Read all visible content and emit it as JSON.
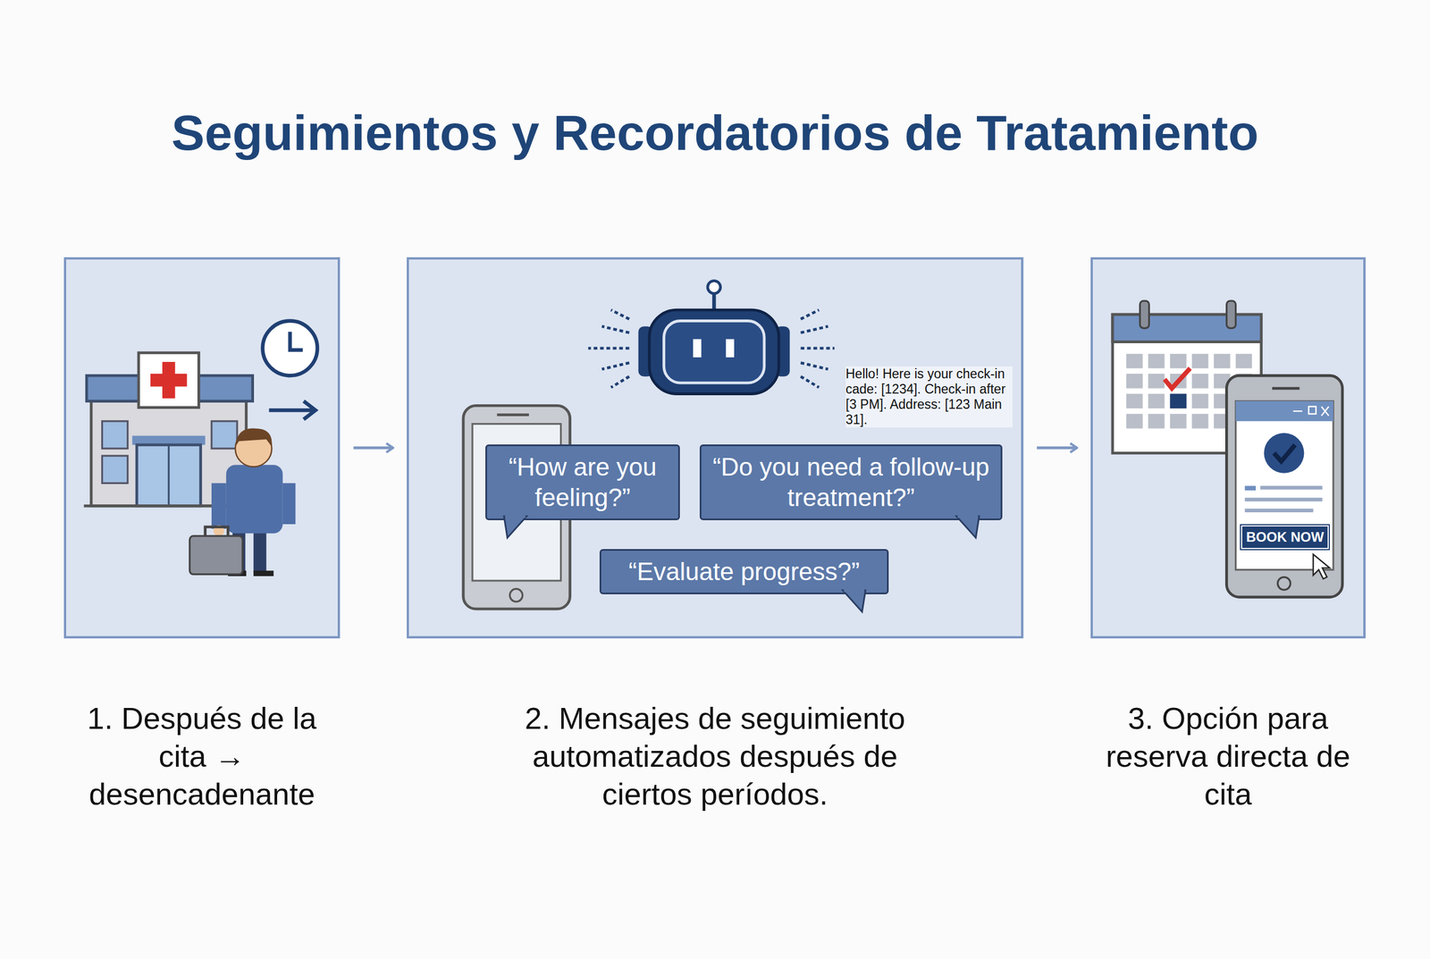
{
  "diagram": {
    "title": "Seguimientos y Recordatorios de Tratamiento",
    "nodes": [
      {
        "text": [
          "1. Después de la cita → desencadenante"
        ]
      },
      {
        "text": [
          "2. Mensajes de seguimiento automatizados después de ciertos períodos."
        ]
      },
      {
        "text": [
          "“How are you feeling?”"
        ],
        "in": 1
      },
      {
        "text": [
          "“Do you need a follow-up treatment?”"
        ],
        "in": 1
      },
      {
        "text": [
          "“Evaluate progress?”"
        ],
        "in": 1
      },
      {
        "text": [
          "3. Opción para reserva directa de cita"
        ]
      },
      {
        "text": [
          "BOOK NOW"
        ],
        "in": 5
      }
    ],
    "edges": [
      {
        "from": 0,
        "to": 1,
        "arrow": "to"
      },
      {
        "from": 1,
        "to": 5,
        "arrow": "to"
      }
    ],
    "labels": [
      "Hello! Here is your check-in cade: [1234]. Check-in after [3 PM]. Address: [123 Main 31]."
    ]
  }
}
